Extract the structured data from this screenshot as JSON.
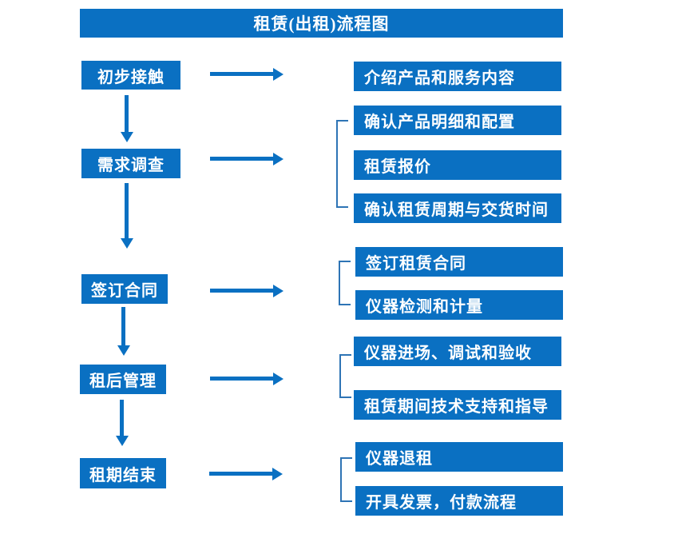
{
  "title": "租赁(出租)流程图",
  "colors": {
    "primary": "#0a70c2",
    "bracket": "#2e74b5",
    "background": "#ffffff",
    "box_text": "#ffffff"
  },
  "steps": [
    {
      "label": "初步接触",
      "outputs": [
        "介绍产品和服务内容"
      ]
    },
    {
      "label": "需求调查",
      "outputs": [
        "确认产品明细和配置",
        "租赁报价",
        "确认租赁周期与交货时间"
      ]
    },
    {
      "label": "签订合同",
      "outputs": [
        "签订租赁合同",
        "仪器检测和计量"
      ]
    },
    {
      "label": "租后管理",
      "outputs": [
        "仪器进场、调试和验收",
        "租赁期间技术支持和指导"
      ]
    },
    {
      "label": "租期结束",
      "outputs": [
        "仪器退租",
        "开具发票，付款流程"
      ]
    }
  ]
}
